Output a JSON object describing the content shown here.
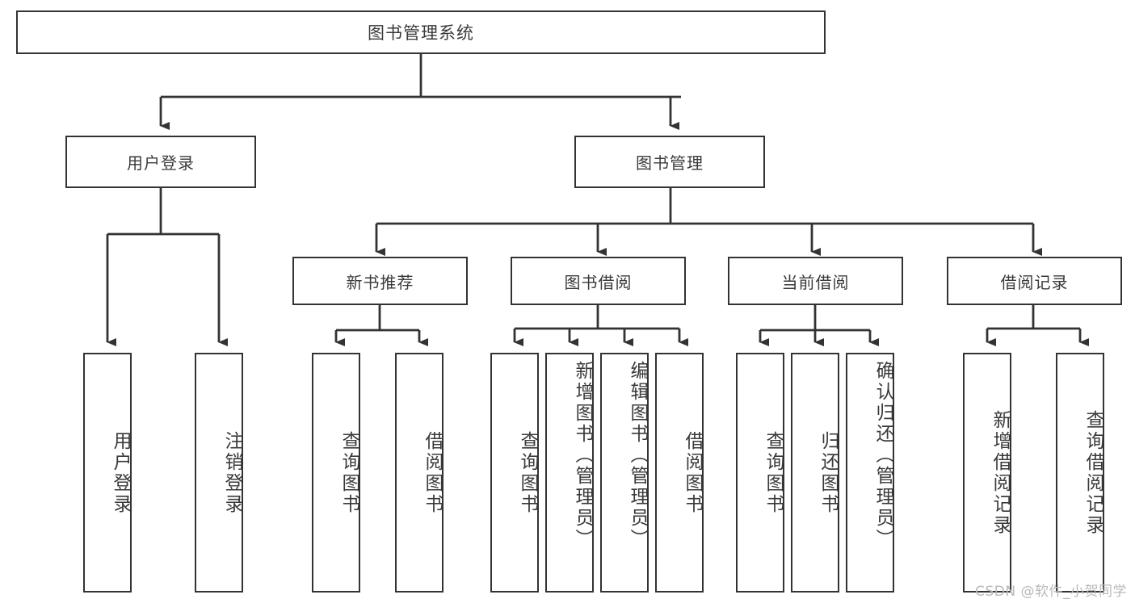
{
  "diagram": {
    "title": "图书管理系统",
    "type": "tree",
    "orientation": "top-down",
    "colors": {
      "background": "#ffffff",
      "box_border": "#333333",
      "box_fill": "#ffffff",
      "text": "#3a3a3a",
      "connector": "#333333",
      "watermark": "#b9b9b9"
    },
    "root": {
      "id": "root",
      "label": "图书管理系统"
    },
    "level1": [
      {
        "id": "n_user_login",
        "label": "用户登录"
      },
      {
        "id": "n_book_mgmt",
        "label": "图书管理"
      }
    ],
    "level2": [
      {
        "id": "n_new_book",
        "label": "新书推荐",
        "parent": "n_book_mgmt"
      },
      {
        "id": "n_borrow",
        "label": "图书借阅",
        "parent": "n_book_mgmt"
      },
      {
        "id": "n_current",
        "label": "当前借阅",
        "parent": "n_book_mgmt"
      },
      {
        "id": "n_record",
        "label": "借阅记录",
        "parent": "n_book_mgmt"
      }
    ],
    "leaves": [
      {
        "id": "l1",
        "label": "用户登录",
        "parent": "n_user_login"
      },
      {
        "id": "l2",
        "label": "注销登录",
        "parent": "n_user_login"
      },
      {
        "id": "l3",
        "label": "查询图书",
        "parent": "n_new_book"
      },
      {
        "id": "l4",
        "label": "借阅图书",
        "parent": "n_new_book"
      },
      {
        "id": "l5",
        "label": "查询图书",
        "parent": "n_borrow"
      },
      {
        "id": "l6",
        "label": "新增图书（管理员）",
        "parent": "n_borrow"
      },
      {
        "id": "l7",
        "label": "编辑图书（管理员）",
        "parent": "n_borrow"
      },
      {
        "id": "l8",
        "label": "借阅图书",
        "parent": "n_borrow"
      },
      {
        "id": "l9",
        "label": "查询图书",
        "parent": "n_current"
      },
      {
        "id": "l10",
        "label": "归还图书",
        "parent": "n_current"
      },
      {
        "id": "l11",
        "label": "确认归还（管理员）",
        "parent": "n_current"
      },
      {
        "id": "l12",
        "label": "新增借阅记录",
        "parent": "n_record"
      },
      {
        "id": "l13",
        "label": "查询借阅记录",
        "parent": "n_record"
      }
    ]
  },
  "watermark": {
    "text": "CSDN @软件_小贺同学"
  }
}
